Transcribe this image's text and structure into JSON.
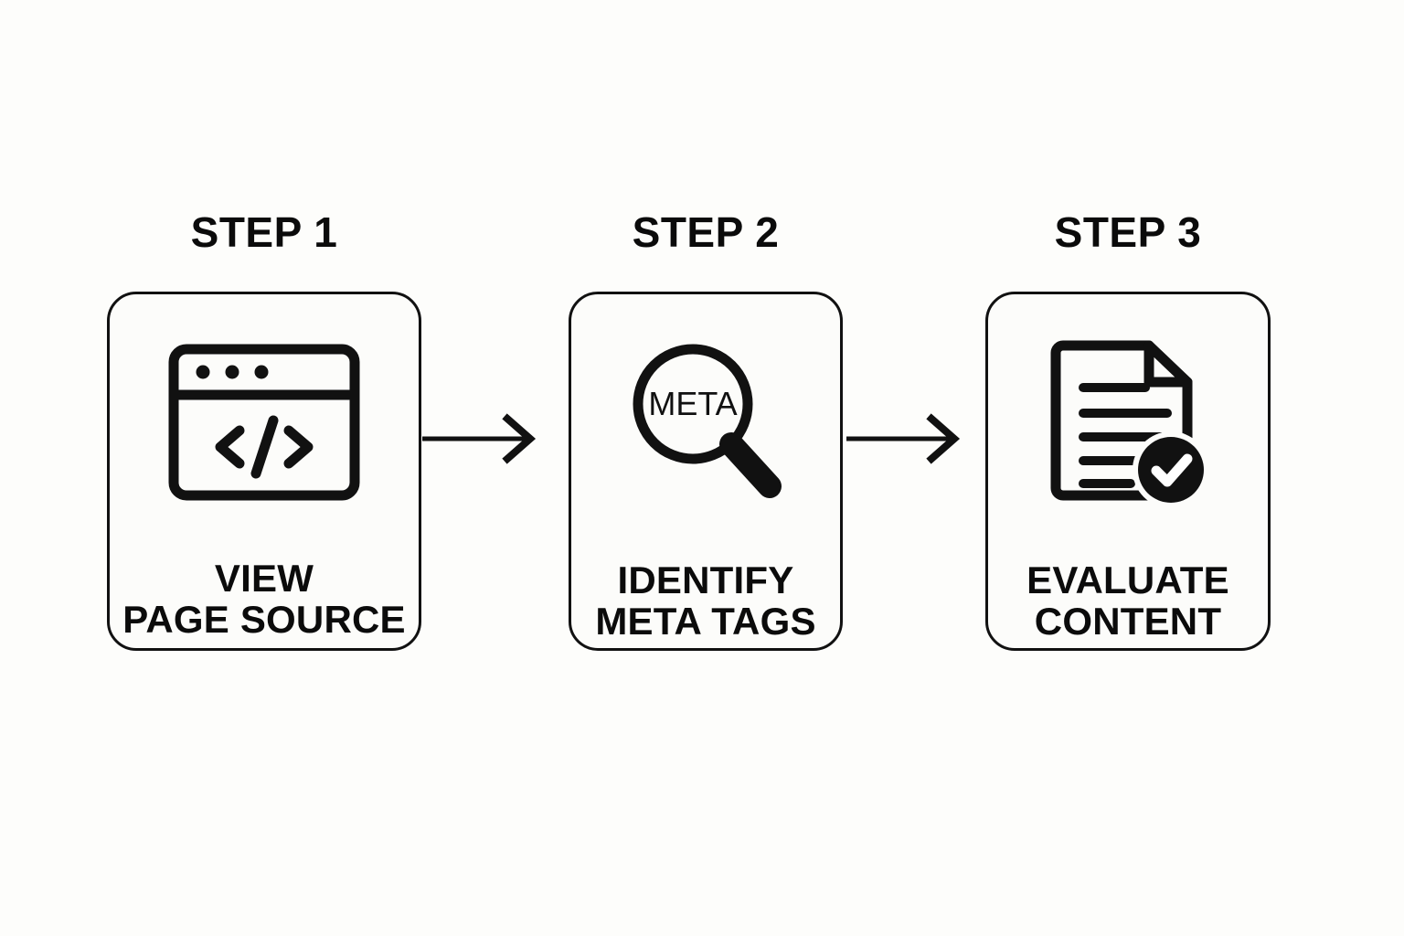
{
  "diagram": {
    "title": "View Page Source / Identify Meta Tags / Evaluate Content",
    "type": "three-step-horizontal-flow",
    "background_color": "#FDFDFB",
    "stroke_color": "#111111",
    "text_color": "#0B0B0B"
  },
  "steps": [
    {
      "heading": "STEP 1",
      "label_line_1": "VIEW",
      "label_line_2": "PAGE SOURCE",
      "icon": "browser-code-window-icon",
      "icon_detail": "browser window with three title-bar dots and a </> code glyph"
    },
    {
      "heading": "STEP 2",
      "label_line_1": "IDENTIFY",
      "label_line_2": "META TAGS",
      "icon": "magnifying-glass-meta-icon",
      "icon_text": "META",
      "icon_detail": "magnifying glass with the word META inside the lens"
    },
    {
      "heading": "STEP 3",
      "label_line_1": "EVALUATE",
      "label_line_2": "CONTENT",
      "icon": "document-check-icon",
      "icon_detail": "document with folded corner, five text lines and a filled check badge"
    }
  ],
  "connectors": [
    {
      "name": "arrow-step1-to-step2",
      "direction": "right"
    },
    {
      "name": "arrow-step2-to-step3",
      "direction": "right"
    }
  ]
}
